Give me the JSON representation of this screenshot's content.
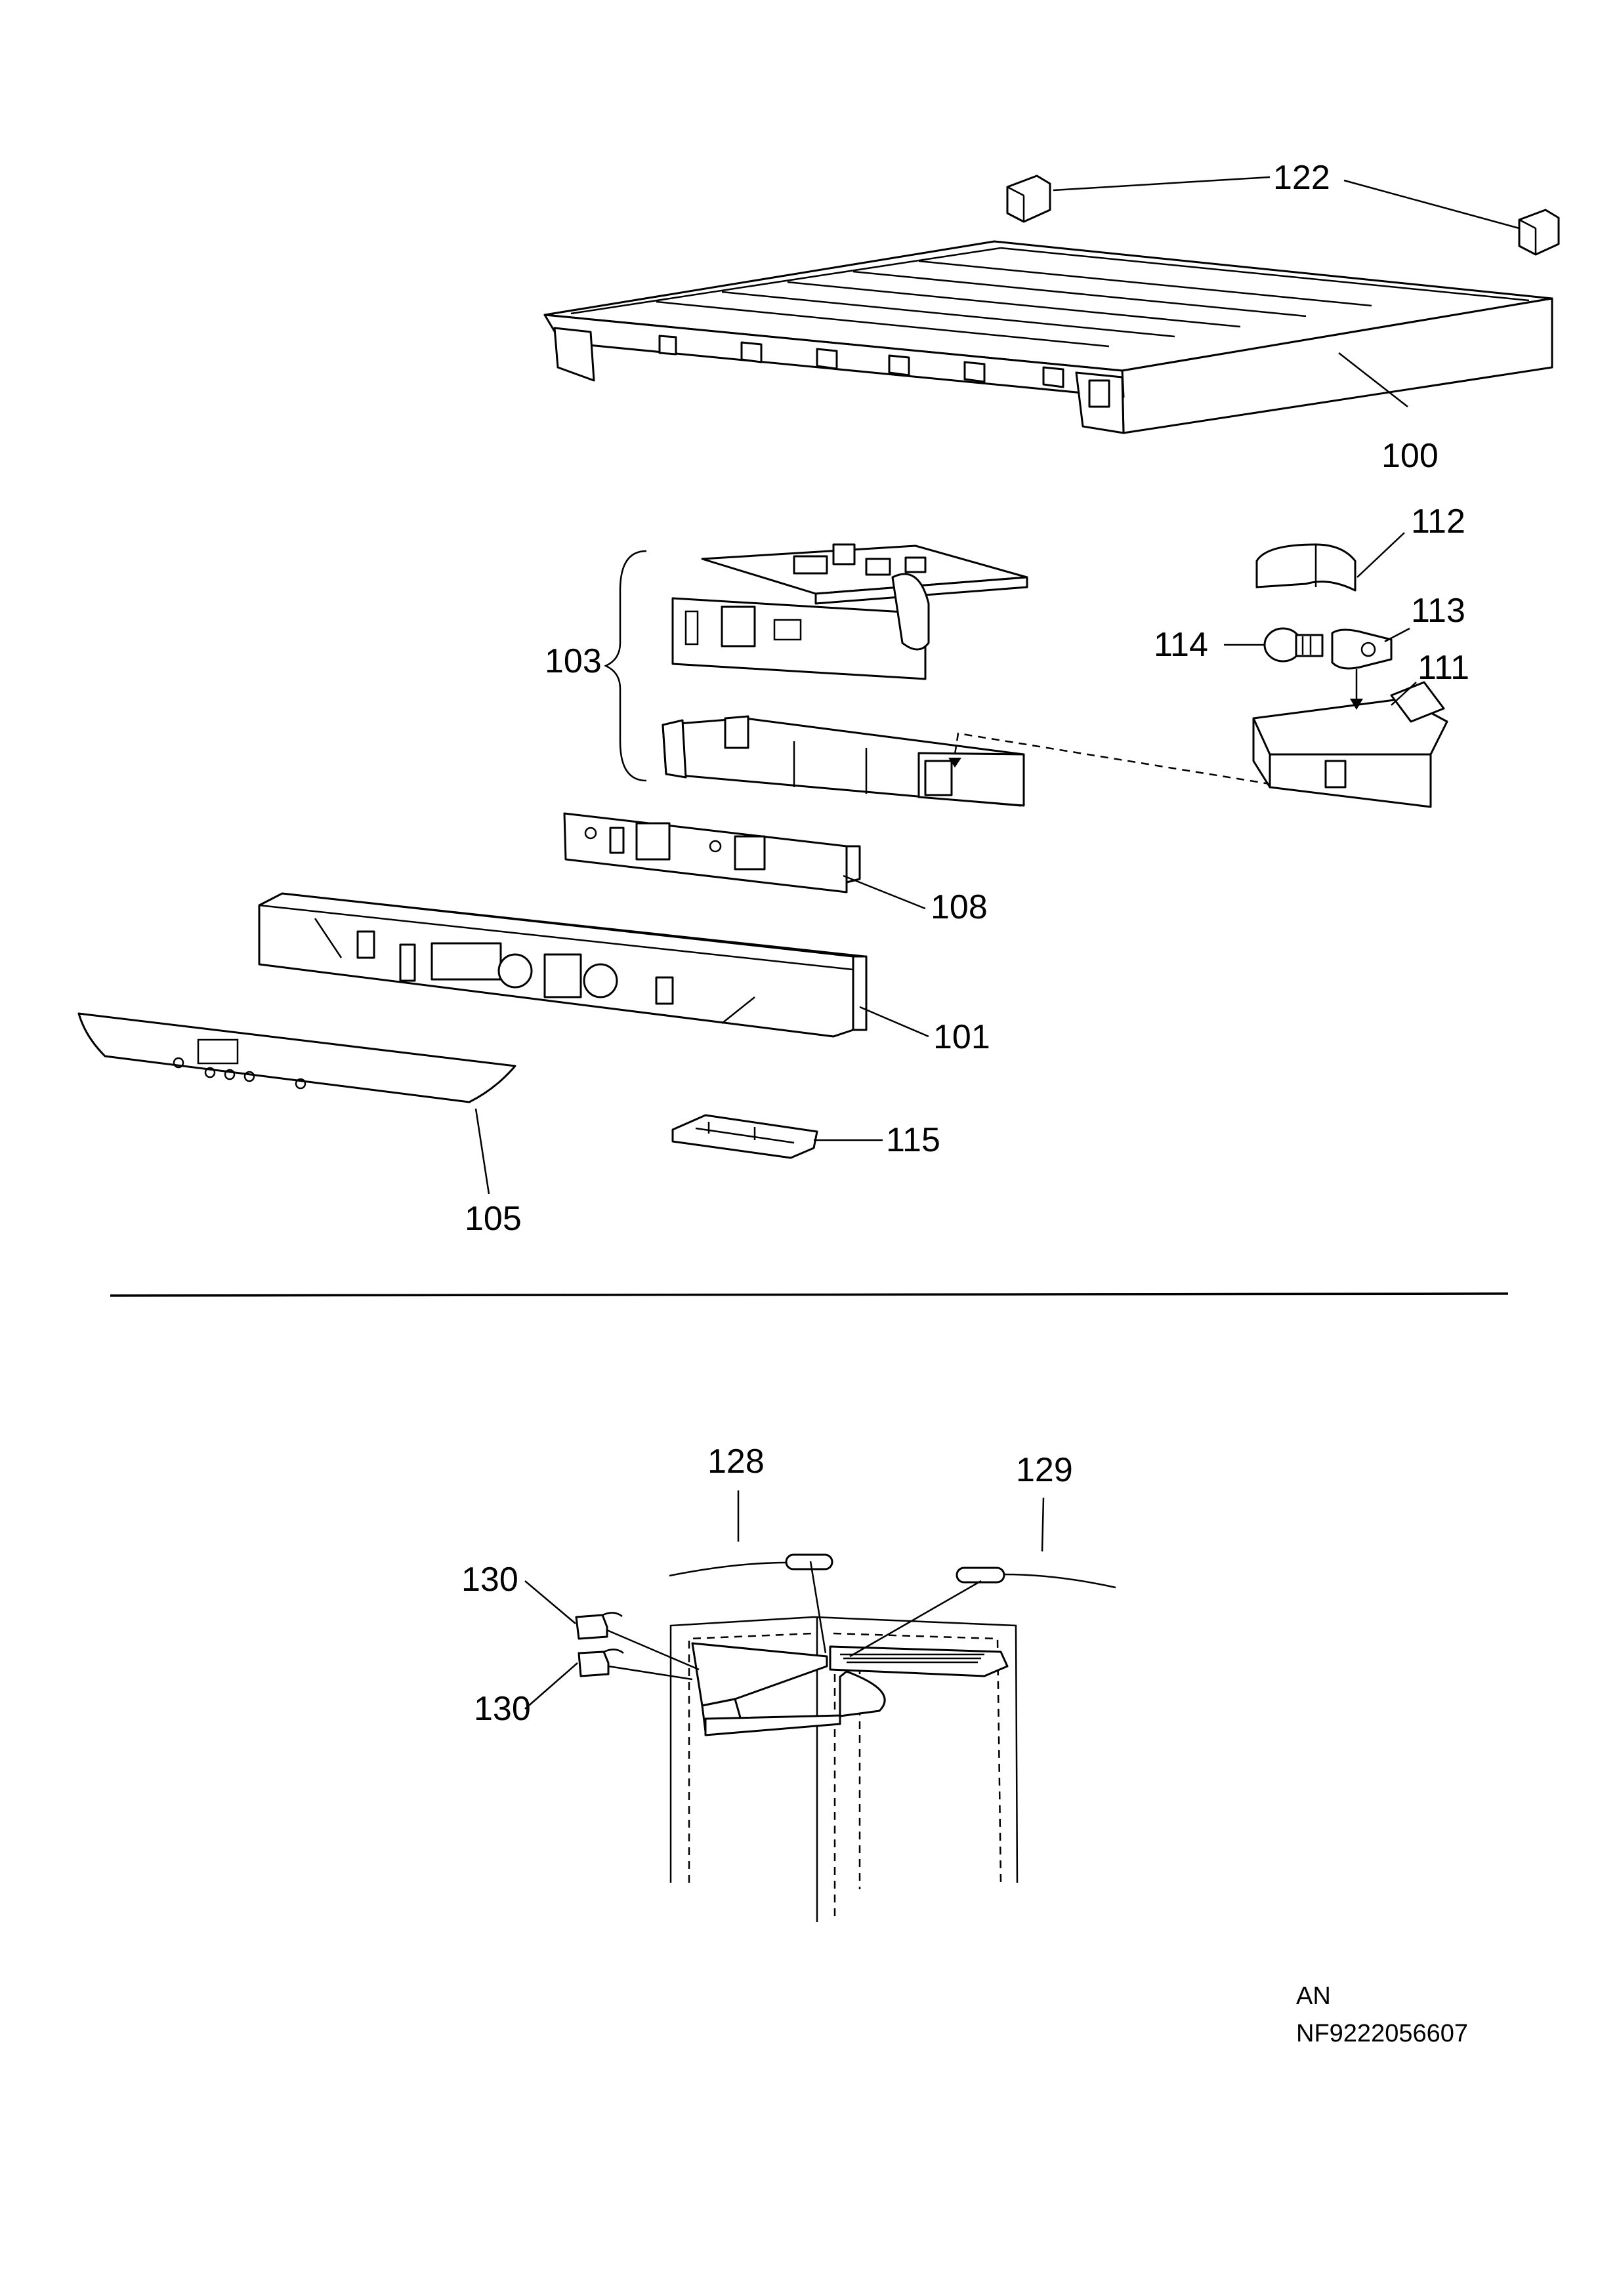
{
  "parts": {
    "p100": "100",
    "p101": "101",
    "p103": "103",
    "p105": "105",
    "p108": "108",
    "p111": "111",
    "p112": "112",
    "p113": "113",
    "p114": "114",
    "p115": "115",
    "p122": "122",
    "p128": "128",
    "p129": "129",
    "p130a": "130",
    "p130b": "130"
  },
  "footer": {
    "variant": "AN",
    "code": "NF9222056607"
  }
}
